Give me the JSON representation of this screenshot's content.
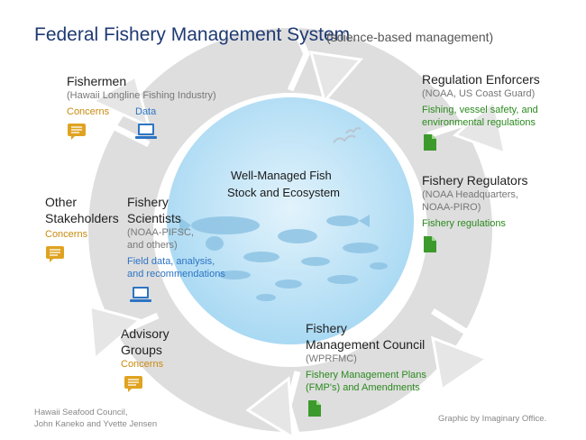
{
  "title": "Federal Fishery Management System",
  "subtitle": "(science-based management)",
  "center": {
    "line1": "Well-Managed Fish",
    "line2": "Stock and Ecosystem"
  },
  "fishermen": {
    "head": "Fishermen",
    "sub": "(Hawaii Longline Fishing Industry)",
    "concerns": "Concerns",
    "data": "Data"
  },
  "enforcers": {
    "head": "Regulation Enforcers",
    "sub": "(NOAA, US Coast Guard)",
    "line1": "Fishing, vessel safety, and",
    "line2": "environmental regulations"
  },
  "regulators": {
    "head": "Fishery Regulators",
    "sub1": "(NOAA Headquarters,",
    "sub2": "NOAA-PIRO)",
    "output": "Fishery regulations"
  },
  "stakeholders": {
    "head1": "Other",
    "head2": "Stakeholders",
    "concerns": "Concerns"
  },
  "scientists": {
    "head1": "Fishery",
    "head2": "Scientists",
    "sub1": "(NOAA-PIFSC,",
    "sub2": "and others)",
    "out1": "Field data, analysis,",
    "out2": "and recommendations"
  },
  "advisory": {
    "head1": "Advisory",
    "head2": "Groups",
    "concerns": "Concerns"
  },
  "council": {
    "head1": "Fishery",
    "head2": "Management Council",
    "sub": "(WPRFMC)",
    "out1": "Fishery Management Plans",
    "out2": "(FMP's) and Amendments"
  },
  "credits": {
    "left1": "Hawaii Seafood Council,",
    "left2": "John Kaneko and Yvette Jensen",
    "right": "Graphic by Imaginary Office."
  },
  "colors": {
    "title": "#1f3a73",
    "concerns": "#c98b0e",
    "data": "#2d74c4",
    "regulation": "#2b8a1e",
    "ring": "#dcdcdc",
    "water": "#bfe3f7"
  },
  "icons": {
    "concerns": "speech-bubble-icon",
    "data": "laptop-icon",
    "regulation": "document-icon",
    "birds": "seagull-icon",
    "fish": "fish-icon"
  }
}
